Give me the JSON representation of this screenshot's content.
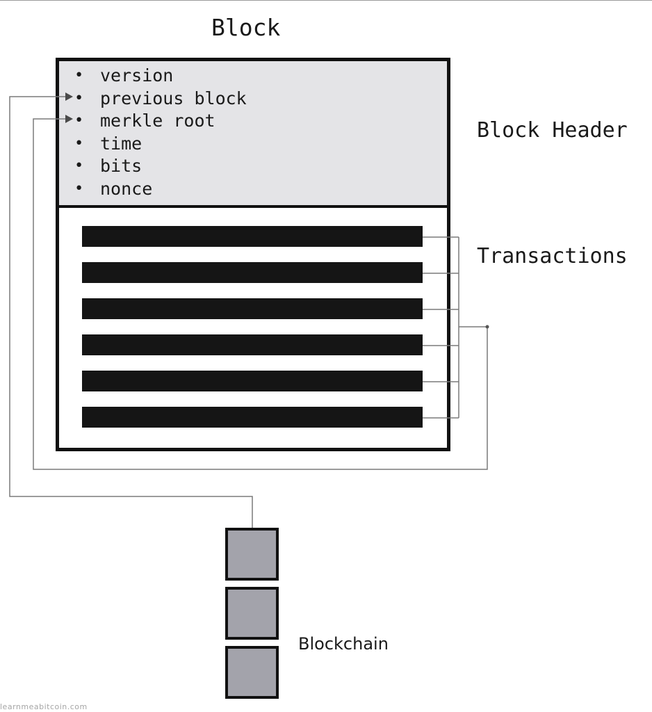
{
  "block": {
    "title": "Block",
    "header_label": "Block Header",
    "header_fields": [
      "version",
      "previous block",
      "merkle root",
      "time",
      "bits",
      "nonce"
    ],
    "transactions_label": "Transactions",
    "transaction_count": 6,
    "header_color": "#e4e4e7"
  },
  "blockchain": {
    "label": "Blockchain",
    "block_count": 3,
    "block_color": "#a3a3ab"
  },
  "watermark": "learnmeabitcoin.com"
}
